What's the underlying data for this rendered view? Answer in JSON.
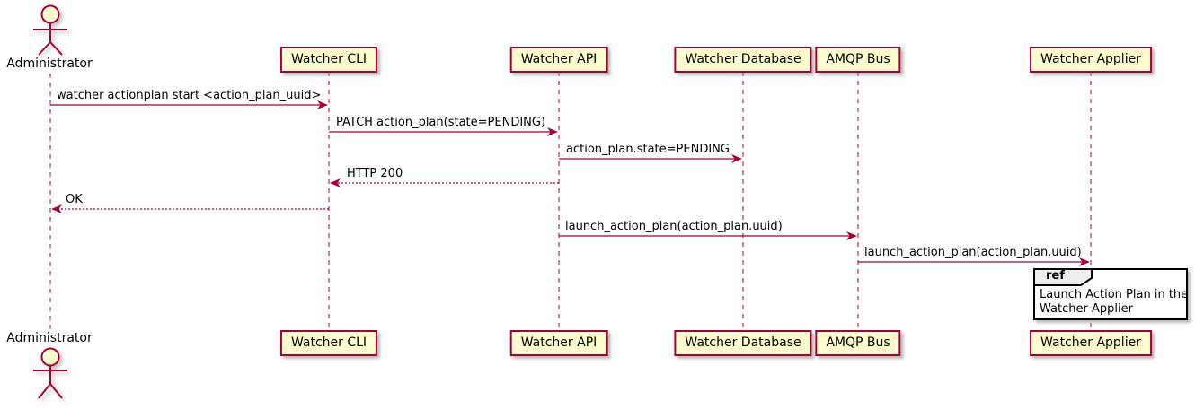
{
  "actor": {
    "name": "Administrator"
  },
  "participants": [
    {
      "name": "Watcher CLI"
    },
    {
      "name": "Watcher API"
    },
    {
      "name": "Watcher Database"
    },
    {
      "name": "AMQP Bus"
    },
    {
      "name": "Watcher Applier"
    }
  ],
  "messages": [
    {
      "label": "watcher actionplan start <action_plan_uuid>",
      "from": "Administrator",
      "to": "Watcher CLI",
      "style": "solid"
    },
    {
      "label": "PATCH action_plan(state=PENDING)",
      "from": "Watcher CLI",
      "to": "Watcher API",
      "style": "solid"
    },
    {
      "label": "action_plan.state=PENDING",
      "from": "Watcher API",
      "to": "Watcher Database",
      "style": "solid"
    },
    {
      "label": "HTTP 200",
      "from": "Watcher API",
      "to": "Watcher CLI",
      "style": "dashed-return"
    },
    {
      "label": "OK",
      "from": "Watcher CLI",
      "to": "Administrator",
      "style": "dashed-return"
    },
    {
      "label": "launch_action_plan(action_plan.uuid)",
      "from": "Watcher API",
      "to": "AMQP Bus",
      "style": "solid"
    },
    {
      "label": "launch_action_plan(action_plan.uuid)",
      "from": "AMQP Bus",
      "to": "Watcher Applier",
      "style": "solid"
    }
  ],
  "ref": {
    "keyword": "ref",
    "line1": "Launch Action Plan in the",
    "line2": "Watcher Applier"
  },
  "colors": {
    "participant_fill": "#FEFECE",
    "stroke": "#A80036",
    "ref_header_fill": "#EEEEEE",
    "ref_border": "#000000",
    "text": "#000000"
  }
}
